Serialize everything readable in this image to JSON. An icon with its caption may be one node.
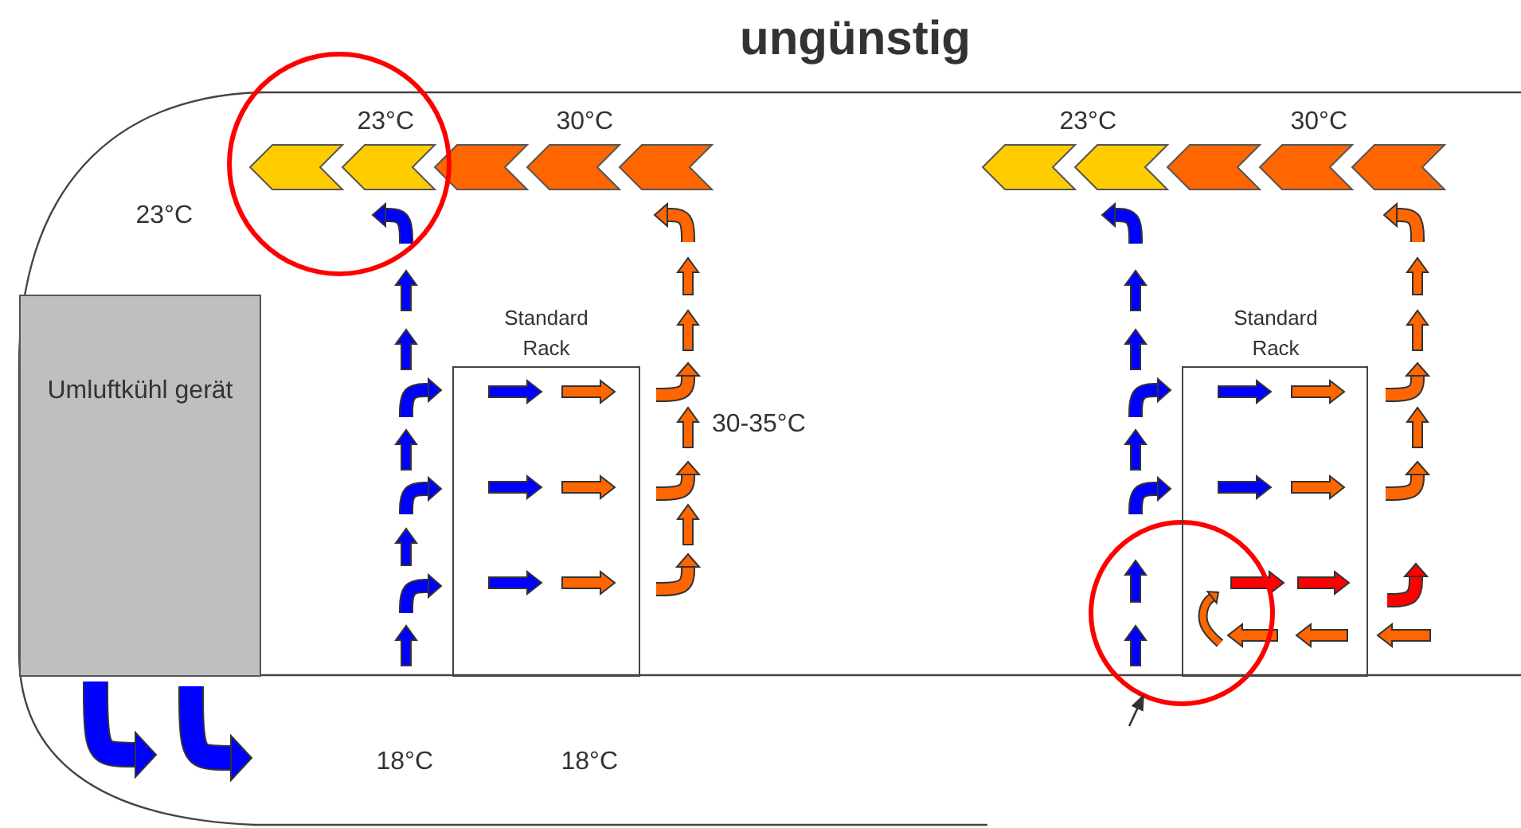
{
  "diagram": {
    "title": "ungünstig",
    "nodes": [
      {
        "text": [
          "Umluftkühl gerät"
        ]
      },
      {
        "text": [
          "Standard Rack"
        ]
      },
      {
        "text": [
          "Standard Rack"
        ]
      },
      {
        "text": [],
        "shape": "circle"
      },
      {
        "text": [],
        "shape": "circle"
      }
    ],
    "edges": [
      {
        "from": null,
        "to": 4,
        "arrow": "to"
      }
    ],
    "labels": [
      "23°C",
      "30°C",
      "23°C",
      "30°C",
      "23°C",
      "30-35°C",
      "18°C",
      "18°C"
    ]
  }
}
